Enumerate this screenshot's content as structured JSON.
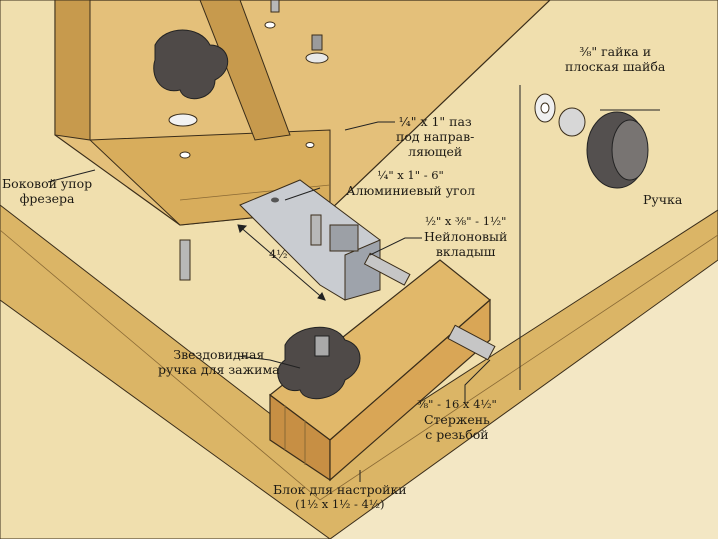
{
  "labels": {
    "side_fence": [
      "Боковой упор",
      "фрезера"
    ],
    "groove": [
      "¼\" x 1\" паз",
      "под направ-",
      "ляющей"
    ],
    "aluminum_angle": {
      "dim": "¼\" x 1\" - 6\"",
      "name": "Алюминиевый угол"
    },
    "nylon_insert": {
      "dim": "½\" x ⅜\" - 1½\"",
      "name": [
        "Нейлоновый",
        "вкладыш"
      ]
    },
    "nut_washer": [
      "⅜\" гайка и",
      "плоская шайба"
    ],
    "knob": "Ручка",
    "star_knob": [
      "Звездовидная",
      "ручка для зажима"
    ],
    "threaded_rod": {
      "dim": "⅜\" - 16 x 4½\"",
      "name": [
        "Стержень",
        "с резьбой"
      ]
    },
    "adjust_block": {
      "name": "Блок для настройки",
      "dim": "(1½ x 1½ - 4½)"
    },
    "dim_4_5": "4½"
  },
  "colors": {
    "wood": "#dfb86d",
    "wood_dark": "#c79a4d",
    "background": "#f3e7c4",
    "metal": "#c9ccd1",
    "knob": "#4f4a48",
    "ink": "#1d1a14"
  }
}
